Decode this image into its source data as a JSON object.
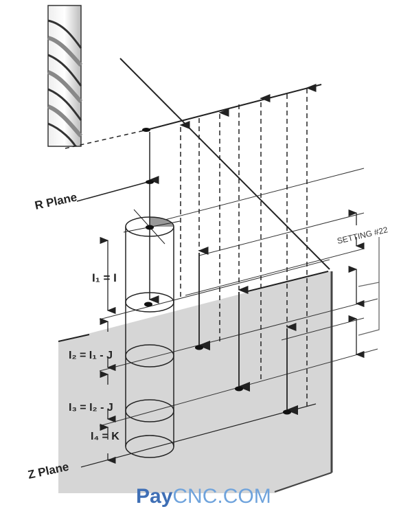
{
  "labels": {
    "r_plane": "R Plane",
    "z_plane": "Z Plane",
    "i1": "I₁ = I",
    "i2": "I₂ = I₁ - J",
    "i3": "I₃ = I₂ - J",
    "i4": "I₄ = K",
    "setting": "SETTING #22"
  },
  "watermark": {
    "pay": "Pay",
    "cnc": "CNC.COM"
  },
  "colors": {
    "workpiece": "#d6d6d6",
    "line": "#222222",
    "watermark_pay": "#3f6fb5",
    "watermark_cnc": "#6fa3dc"
  }
}
